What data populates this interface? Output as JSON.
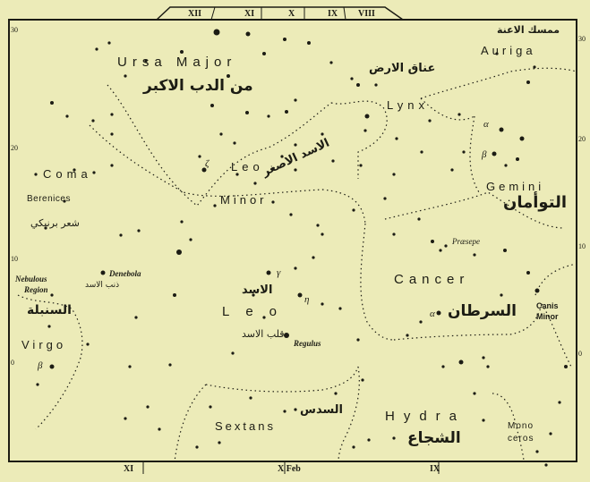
{
  "constellations": {
    "ursa_major": "Ursa Major",
    "auriga": "Auriga",
    "lynx": "Lynx",
    "coma": "Coma",
    "berenices": "Berenices",
    "leo_minor_1": "Leo",
    "leo_minor_2": "Minor",
    "gemini": "Gemini",
    "cancer": "Cancer",
    "leo": "Leo",
    "virgo": "Virgo",
    "hydra": "Hydra",
    "sextans": "Sextans",
    "canis_minor_1": "Canis",
    "canis_minor_2": "Minor",
    "monoceros_1": "Mono",
    "monoceros_2": "ceros"
  },
  "stars_labels": {
    "praesepe": "Præsepe",
    "denebola": "Denebola",
    "regulus": "Regulus",
    "nebulous_1": "Nebulous",
    "nebulous_2": "Region"
  },
  "arabic": {
    "ursa_major": "من الدب الاكبر",
    "lynx": "عناق الارض",
    "auriga": "ممسك الاعنة",
    "leo_minor": "الاسد الاصغر",
    "gemini": "التوأمان",
    "coma": "شعر برنيكي",
    "virgo": "السنبلة",
    "leo": "الاسد",
    "regulus": "قلب الاسد",
    "denebola": "ذنب الاسد",
    "cancer": "السرطان",
    "sextans": "السدس",
    "hydra": "الشجاع"
  },
  "greek": {
    "alpha_auriga": "α",
    "beta_gemini": "β",
    "alpha_cancer": "α",
    "gamma_leo": "γ",
    "eta_leo": "η",
    "beta_virgo": "β",
    "zeta_lm": "ζ"
  },
  "hour_marks": {
    "top": [
      "XII",
      "XI",
      "X",
      "IX",
      "VIII"
    ],
    "bottom": [
      "XI",
      "X Feb",
      "IX"
    ]
  },
  "declination_ticks": {
    "left": [
      "30",
      "20",
      "10",
      "0"
    ],
    "right": [
      "30",
      "20",
      "10",
      "0"
    ]
  },
  "colors": {
    "paper": "#ecebb8",
    "ink": "#1c1c14"
  }
}
